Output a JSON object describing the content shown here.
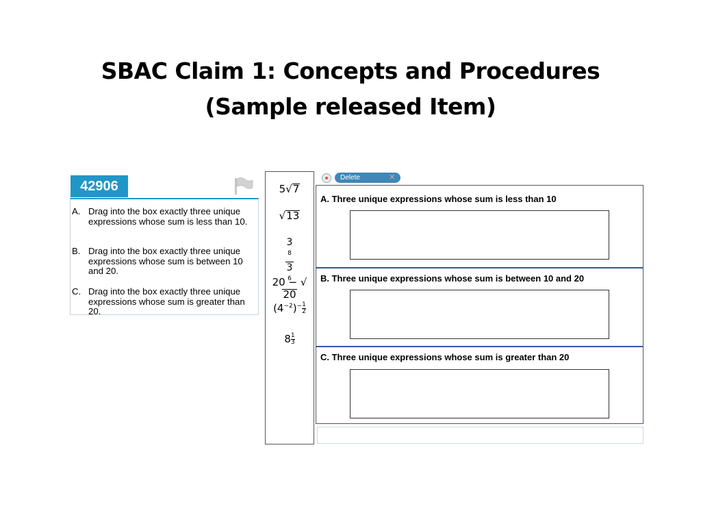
{
  "slide": {
    "title_line1": "SBAC Claim 1: Concepts and Procedures",
    "title_line2": "(Sample released Item)"
  },
  "item": {
    "id": "42906",
    "prompts": [
      {
        "letter": "A.",
        "text": "Drag into the box exactly three unique expressions whose sum is less than 10."
      },
      {
        "letter": "B.",
        "text": "Drag into the box exactly three unique expressions whose sum is between 10 and 20."
      },
      {
        "letter": "C.",
        "text": "Drag into the box exactly three unique expressions whose sum is greater than 20."
      }
    ]
  },
  "palette": {
    "expr1": {
      "coef": "5",
      "radicand": "7"
    },
    "expr2": {
      "radicand": "13"
    },
    "expr3": {
      "numerator": "3",
      "num_exp": "8",
      "denominator": "3",
      "den_exp": "6"
    },
    "expr4": {
      "prefix": "20 − ",
      "radicand": "20"
    },
    "expr5": {
      "base": "(4",
      "inner_exp": "−2",
      "close": ")",
      "exp_sign": "−",
      "exp_num": "1",
      "exp_den": "2"
    },
    "expr6": {
      "base": "8",
      "exp_num": "1",
      "exp_den": "3"
    }
  },
  "toolbar": {
    "delete_label": "Delete",
    "delete_x": "✕"
  },
  "zones": [
    {
      "label": "A. Three unique expressions whose sum is less than 10"
    },
    {
      "label": "B. Three unique expressions whose sum is between 10 and 20"
    },
    {
      "label": "C. Three unique expressions whose sum is greater than 20"
    }
  ],
  "icons": {
    "flag": "flag-icon",
    "delete": "delete-icon"
  },
  "colors": {
    "accent": "#2196c8",
    "delete_button": "#3f87b5",
    "divider": "#3553a8"
  }
}
